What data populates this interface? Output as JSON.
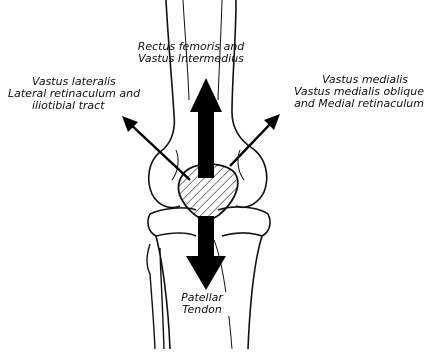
{
  "labels": {
    "rectus": [
      "Rectus femoris and",
      "Vastus Intermedius"
    ],
    "lateralis": [
      "Vastus lateralis",
      "Lateral retinaculum and",
      "iliotibial tract"
    ],
    "medialis": [
      "Vastus medialis",
      "Vastus medialis oblique",
      "and Medial retinaculum"
    ],
    "patellar": [
      "Patellar",
      "Tendon"
    ]
  },
  "colors": {
    "ink": "#111111",
    "background": "#ffffff"
  }
}
